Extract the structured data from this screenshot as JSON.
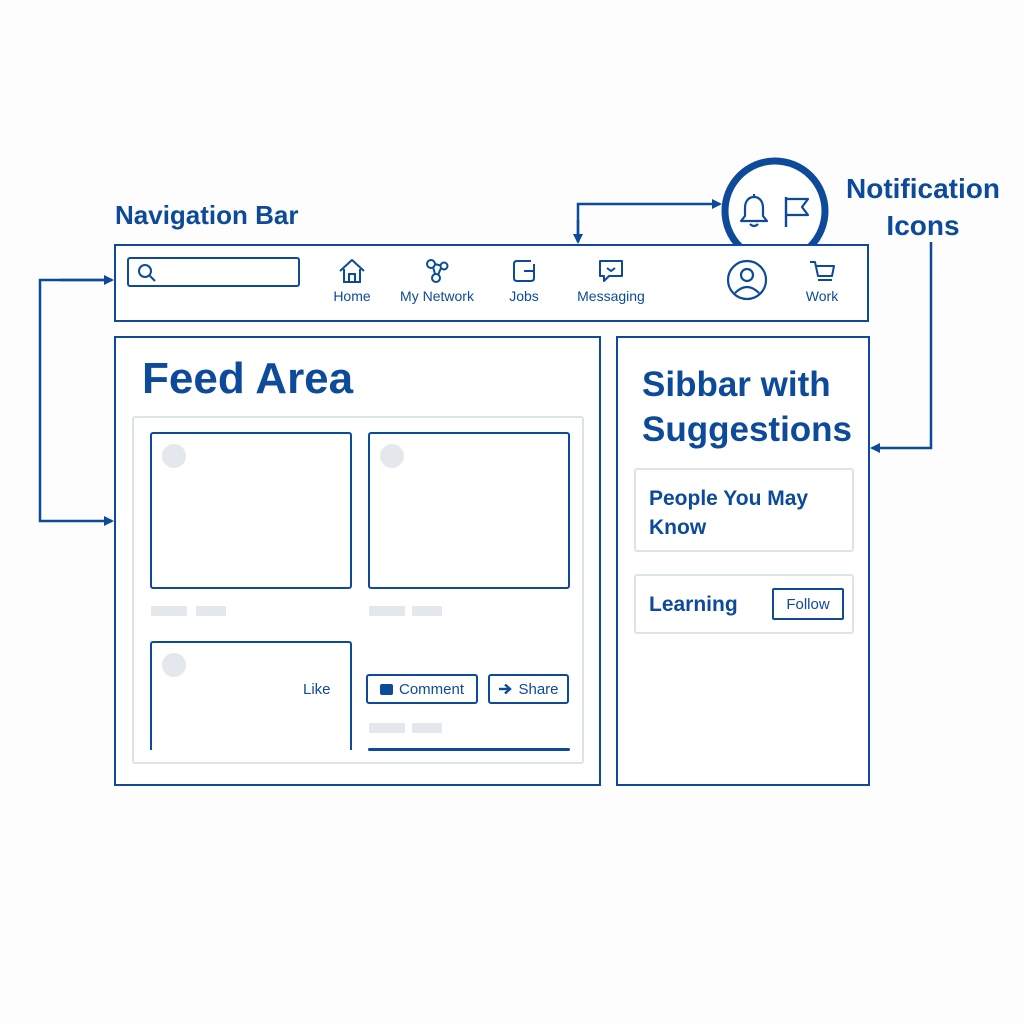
{
  "annotations": {
    "navigation_bar": "Navigation Bar",
    "notification_line1": "Notification",
    "notification_line2": "Icons"
  },
  "navbar": {
    "search_placeholder": "",
    "items": [
      {
        "label": "Home",
        "icon": "home-icon"
      },
      {
        "label": "My Network",
        "icon": "network-icon"
      },
      {
        "label": "Jobs",
        "icon": "briefcase-icon"
      },
      {
        "label": "Messaging",
        "icon": "message-icon"
      },
      {
        "label": "Work",
        "icon": "cart-icon"
      }
    ],
    "notification_icons": [
      "bell-icon",
      "flag-icon"
    ],
    "profile_icon": "user-avatar-icon"
  },
  "feed": {
    "title": "Feed Area",
    "actions": {
      "like": "Like",
      "comment": "Comment",
      "share": "Share"
    }
  },
  "sidebar": {
    "title": "Sibbar with Suggestions",
    "cards": [
      {
        "title": "People You May Know"
      },
      {
        "title": "Learning",
        "button": "Follow"
      }
    ]
  },
  "colors": {
    "primary": "#0d4a9a",
    "placeholder_gray": "#e4e7ec",
    "card_border": "#dde3ea",
    "background": "#fdfdfd"
  }
}
